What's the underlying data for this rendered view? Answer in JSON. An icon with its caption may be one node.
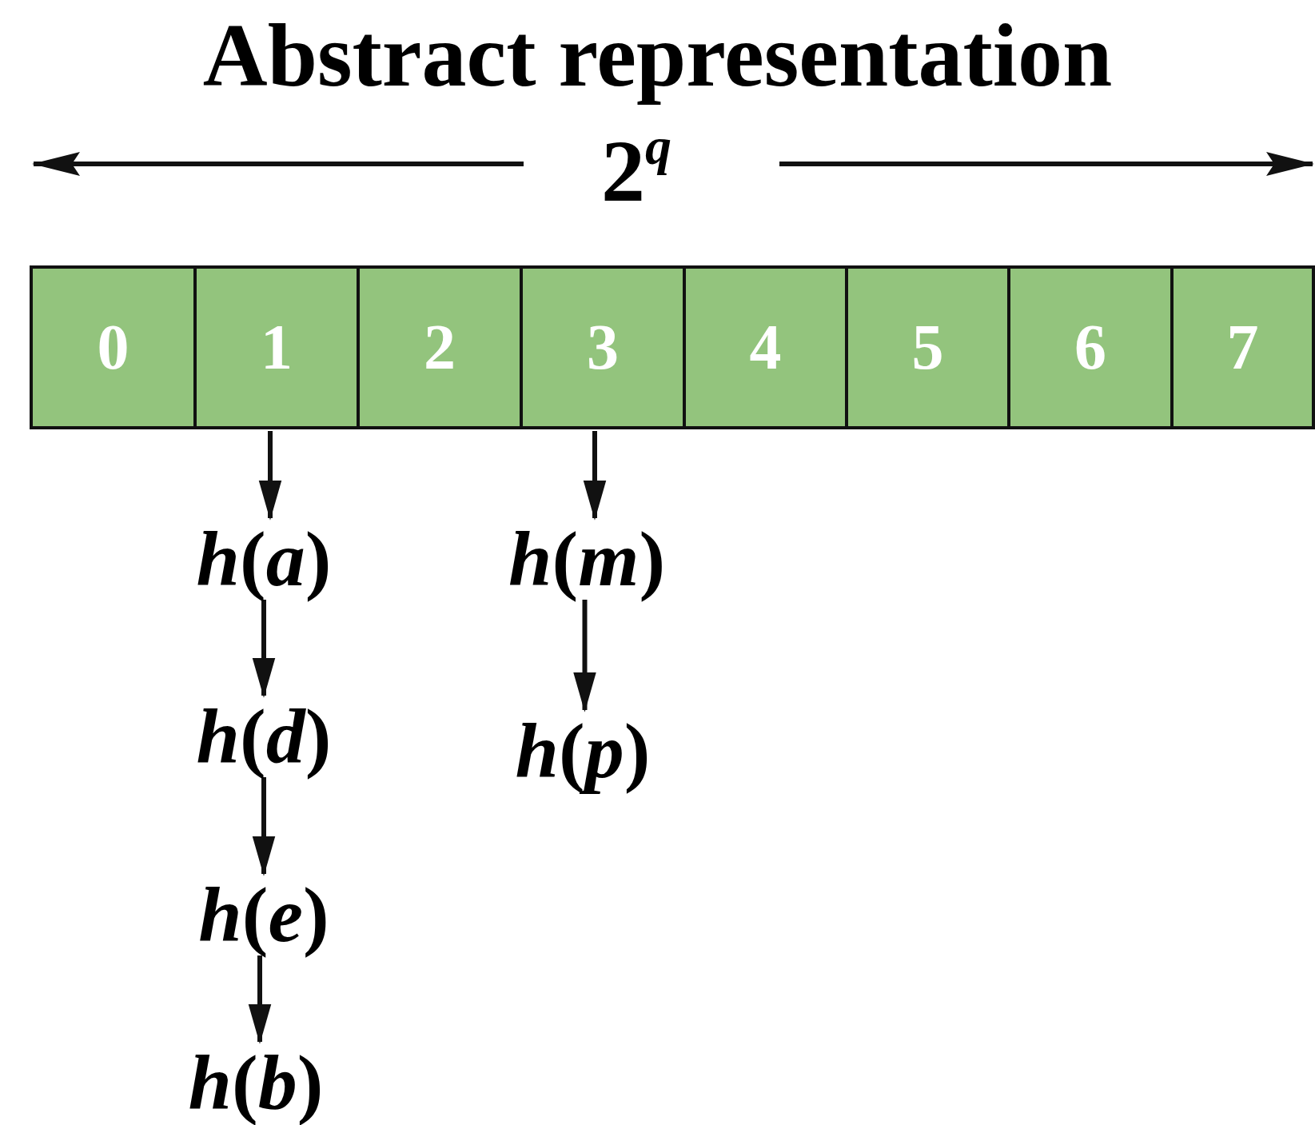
{
  "diagram": {
    "title": "Abstract representation",
    "nodes": [
      {
        "text": [
          "0"
        ]
      },
      {
        "text": [
          "1"
        ]
      },
      {
        "text": [
          "2"
        ]
      },
      {
        "text": [
          "3"
        ]
      },
      {
        "text": [
          "4"
        ]
      },
      {
        "text": [
          "5"
        ]
      },
      {
        "text": [
          "6"
        ]
      },
      {
        "text": [
          "7"
        ]
      },
      {
        "text": [
          "*h*(*a*)"
        ]
      },
      {
        "text": [
          "*h*(*d*)"
        ]
      },
      {
        "text": [
          "*h*(*e*)"
        ]
      },
      {
        "text": [
          "*h*(*b*)"
        ]
      },
      {
        "text": [
          "*h*(*m*)"
        ]
      },
      {
        "text": [
          "*h*(*p*)"
        ]
      }
    ],
    "edges": [
      {
        "from": 1,
        "to": 8,
        "arrow": "to"
      },
      {
        "from": 8,
        "to": 9,
        "arrow": "to"
      },
      {
        "from": 9,
        "to": 10,
        "arrow": "to"
      },
      {
        "from": 10,
        "to": 11,
        "arrow": "to"
      },
      {
        "from": 3,
        "to": 12,
        "arrow": "to"
      },
      {
        "from": 12,
        "to": 13,
        "arrow": "to"
      }
    ],
    "labels": [
      "2$^{q}$"
    ]
  }
}
